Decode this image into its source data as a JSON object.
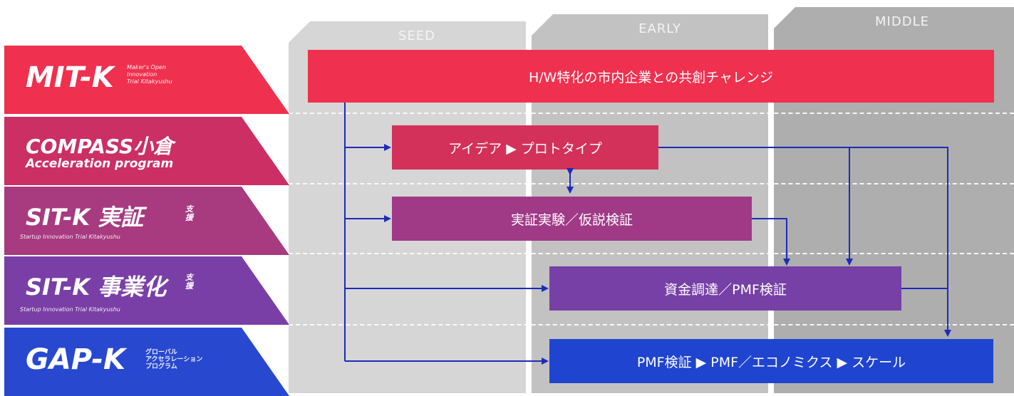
{
  "stages": [
    {
      "label": "SEED",
      "color": "#d6d6d6"
    },
    {
      "label": "EARLY",
      "color": "#c2c2c2"
    },
    {
      "label": "MIDDLE",
      "color": "#aeaeae"
    }
  ],
  "programs": [
    {
      "title": "MIT-K",
      "subtitle": "Maker's Open\nInnovation\nTrial Kitakyushu",
      "color": "#f0304f"
    },
    {
      "title": "COMPASS小倉",
      "subtitle": "Acceleration program",
      "color": "#cc2f63"
    },
    {
      "title": "SIT-K 実証",
      "suffix": "支援",
      "subtitle": "Startup Innovation Trial Kitakyushu",
      "color": "#a83a80"
    },
    {
      "title": "SIT-K 事業化",
      "suffix": "支援",
      "subtitle": "Startup Innovation Trial Kitakyushu",
      "color": "#7a3fa6"
    },
    {
      "title": "GAP-K",
      "subtitle": "グローバル\nアクセラレーション\nプログラム",
      "color": "#2848d0"
    }
  ],
  "steps": [
    {
      "id": "mitk",
      "label": "H/W特化の市内企業との共創チャレンジ",
      "color": "#f0304f"
    },
    {
      "id": "idea",
      "label": "アイデア ▶ プロトタイプ",
      "color": "#d33159"
    },
    {
      "id": "poc",
      "label": "実証実験／仮説検証",
      "color": "#a03a86"
    },
    {
      "id": "fund",
      "label": "資金調達／PMF検証",
      "color": "#7640a6"
    },
    {
      "id": "pmf",
      "label": "PMF検証 ▶ PMF／エコノミクス ▶ スケール",
      "color": "#1f45d0"
    }
  ],
  "arrow_color": "#1c2bb8"
}
